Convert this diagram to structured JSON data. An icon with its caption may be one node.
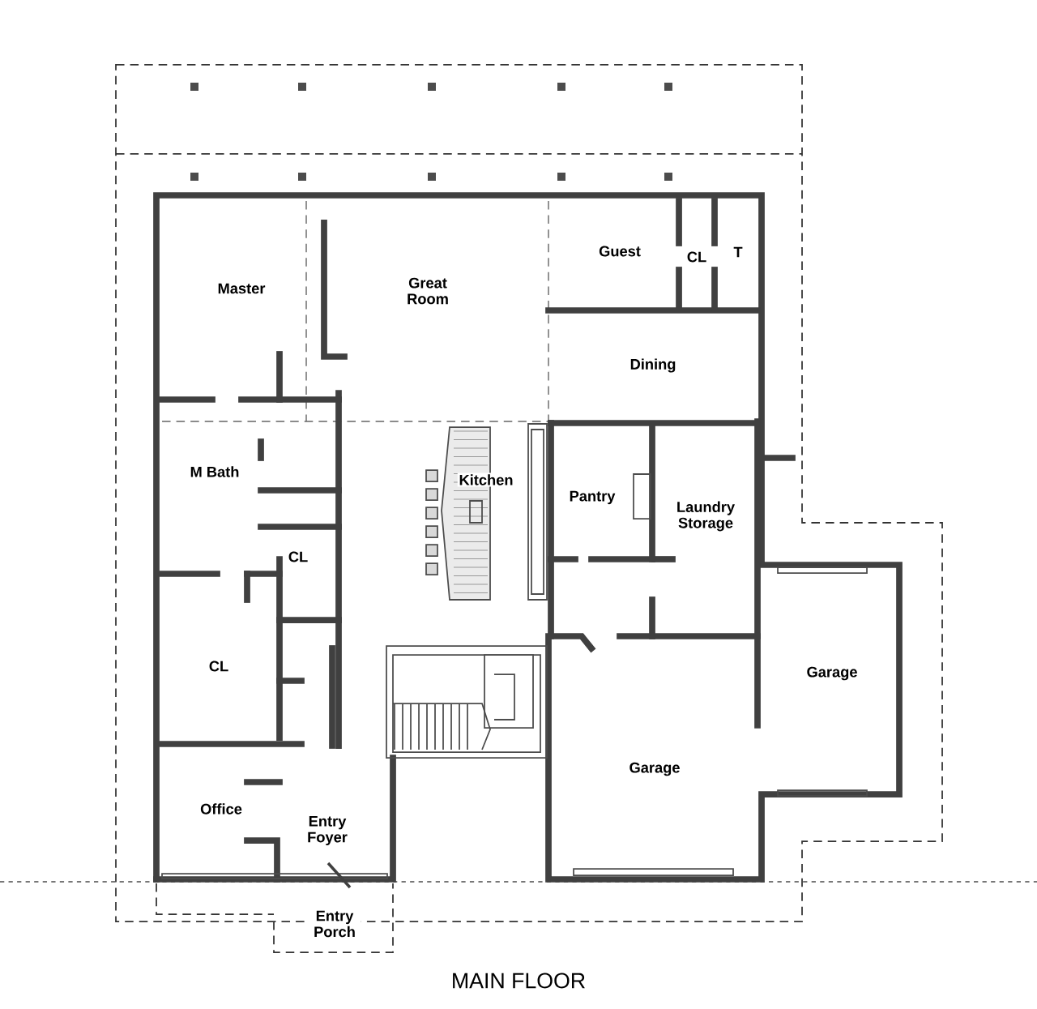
{
  "diagram": {
    "caption": "MAIN FLOOR",
    "labels": [
      "Master",
      "Great Room",
      "Guest",
      "CL",
      "T",
      "Dining",
      "M Bath",
      "Kitchen",
      "Pantry",
      "Laundry Storage",
      "CL",
      "CL",
      "Garage",
      "Garage",
      "Office",
      "Entry Foyer",
      "Entry Porch"
    ]
  }
}
